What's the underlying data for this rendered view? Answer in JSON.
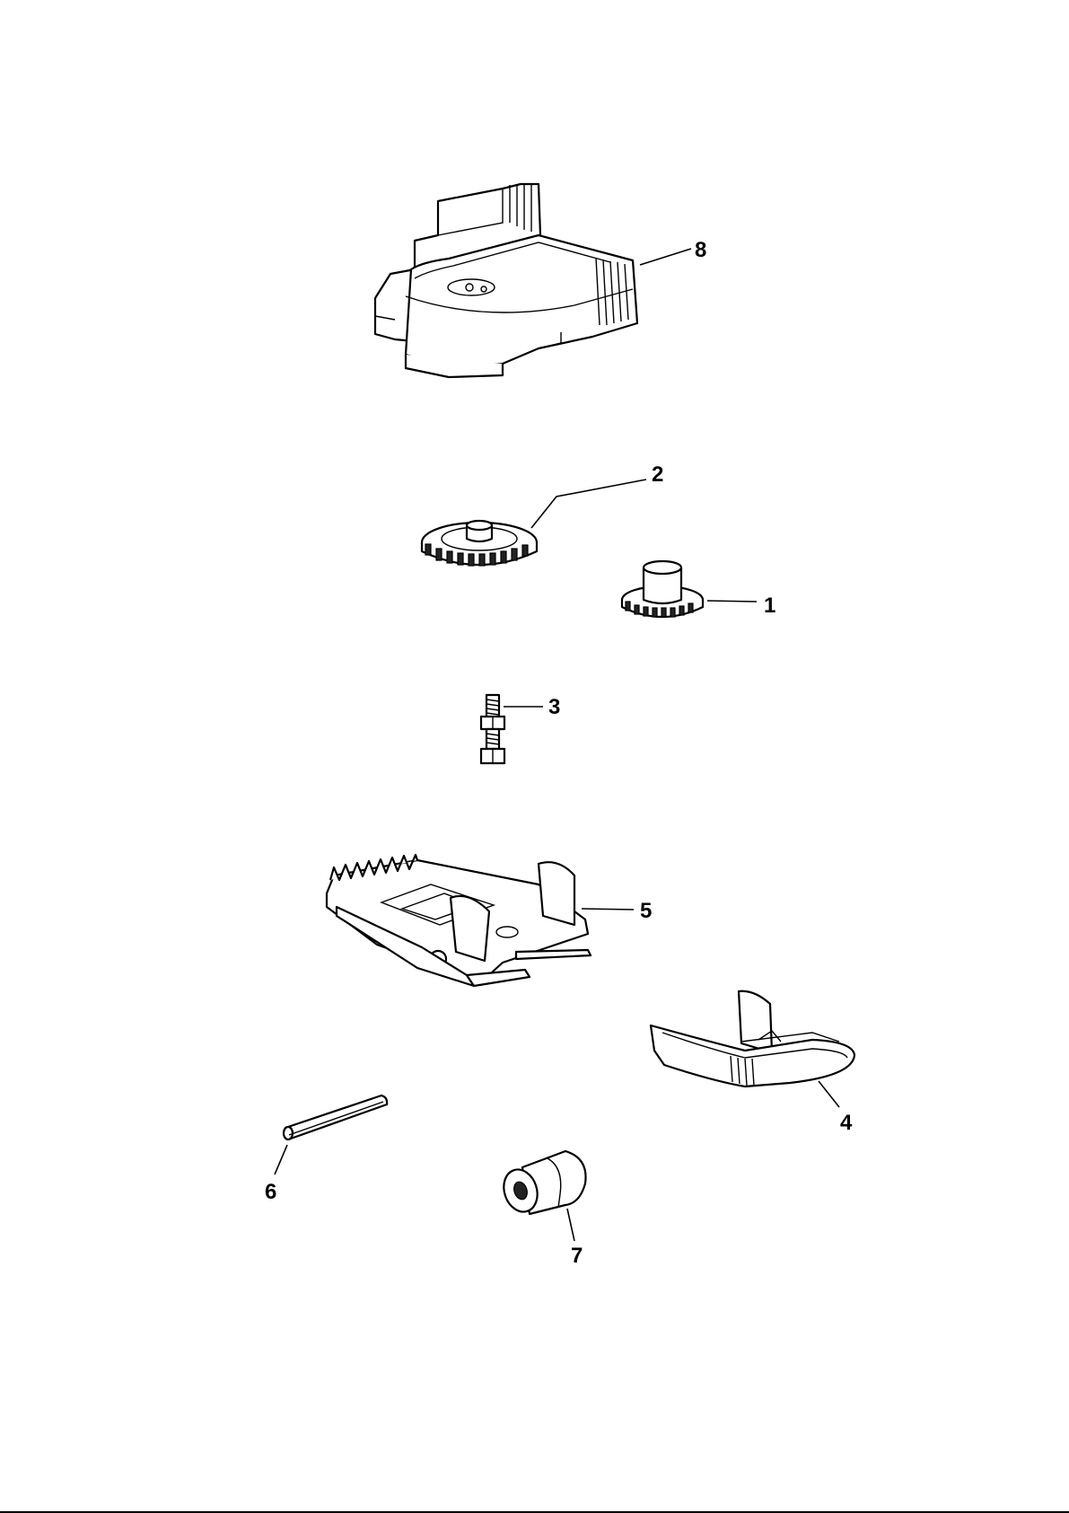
{
  "parts": [
    {
      "id": "part-1",
      "callout": "1",
      "icon": "small-pinion-gear-icon"
    },
    {
      "id": "part-2",
      "callout": "2",
      "icon": "spur-gear-icon"
    },
    {
      "id": "part-3",
      "callout": "3",
      "icon": "bolt-and-nut-icon"
    },
    {
      "id": "part-4",
      "callout": "4",
      "icon": "u-shaped-bracket-icon"
    },
    {
      "id": "part-5",
      "callout": "5",
      "icon": "toothed-slide-plate-icon"
    },
    {
      "id": "part-6",
      "callout": "6",
      "icon": "pin-icon"
    },
    {
      "id": "part-7",
      "callout": "7",
      "icon": "bushing-roller-icon"
    },
    {
      "id": "part-8",
      "callout": "8",
      "icon": "housing-cover-icon"
    }
  ]
}
